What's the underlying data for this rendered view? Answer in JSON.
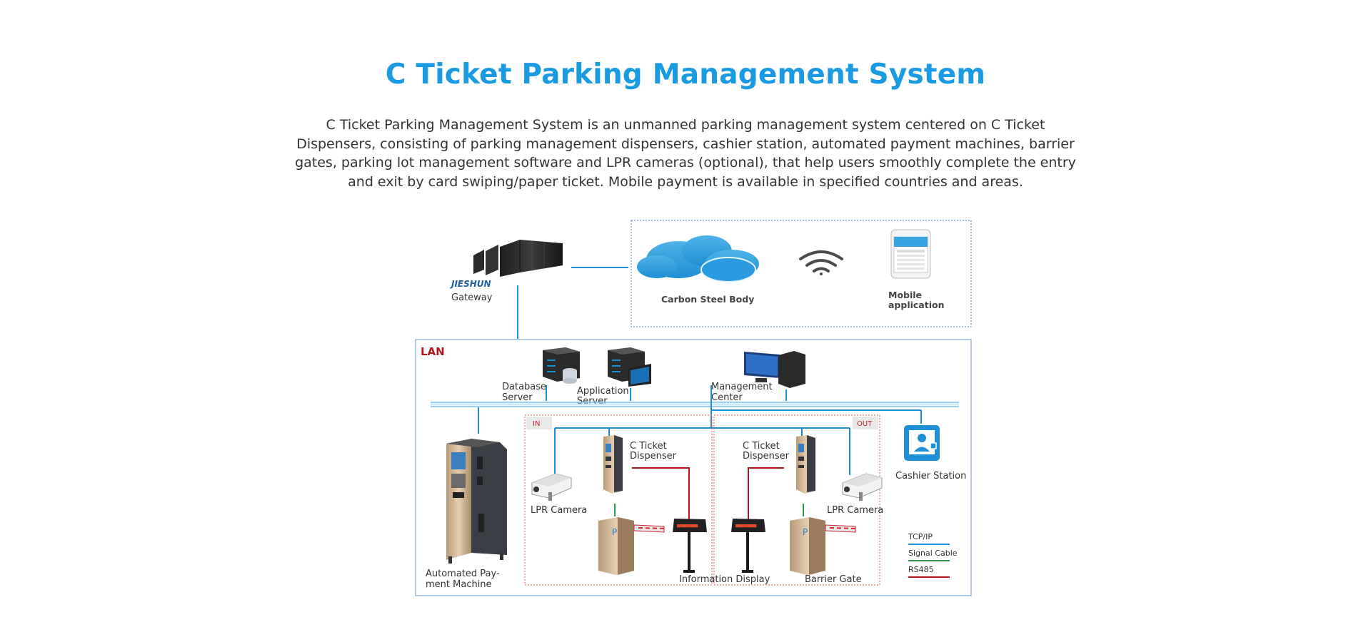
{
  "header": {
    "title": "C Ticket Parking Management System",
    "description": "C Ticket Parking Management System is an unmanned parking management system centered on C Ticket Dispensers, consisting of parking management dispensers, cashier station, automated payment machines, barrier gates, parking lot management software and LPR cameras (optional), that help users smoothly complete the entry and exit by card swiping/paper ticket. Mobile payment is available in specified countries and areas."
  },
  "colors": {
    "title": "#1a9ae0",
    "tcp_ip": "#1a8fd6",
    "signal_cable": "#2a9a4a",
    "rs485": "#b0161c",
    "lan_label": "#b0161c"
  },
  "diagram": {
    "gateway": {
      "brand": "JIESHUN",
      "label": "Gateway"
    },
    "cloud": {
      "label": "Carbon Steel Body"
    },
    "wifi_icon": "wifi-icon",
    "mobile": {
      "label_line1": "Mobile",
      "label_line2": "application"
    },
    "lan_label": "LAN",
    "database_server": {
      "line1": "Database",
      "line2": "Server"
    },
    "application_server": {
      "line1": "Application",
      "line2": "Server"
    },
    "management_center": {
      "line1": "Management",
      "line2": "Center"
    },
    "zone_in": "IN",
    "zone_out": "OUT",
    "ticket_dispenser_in": {
      "line1": "C Ticket",
      "line2": "Dispenser"
    },
    "ticket_dispenser_out": {
      "line1": "C Ticket",
      "line2": "Dispenser"
    },
    "lpr_camera_in": "LPR Camera",
    "lpr_camera_out": "LPR Camera",
    "cashier_station": "Cashier Station",
    "payment_machine": {
      "line1": "Automated Pay-",
      "line2": "ment Machine"
    },
    "information_display": "Information Display",
    "barrier_gate": "Barrier Gate",
    "legend": [
      {
        "label": "TCP/IP",
        "color": "#1a8fd6"
      },
      {
        "label": "Signal Cable",
        "color": "#2a9a4a"
      },
      {
        "label": "RS485",
        "color": "#b0161c"
      }
    ]
  }
}
